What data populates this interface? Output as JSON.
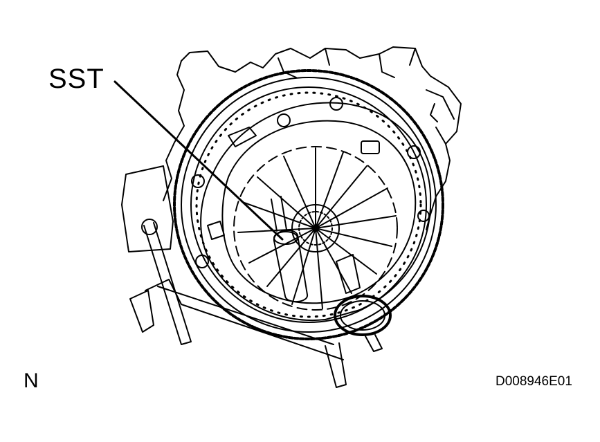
{
  "labels": {
    "tool": "SST",
    "view": "N",
    "figure_id": "D008946E01"
  },
  "colors": {
    "line": "#000000",
    "background": "#ffffff"
  }
}
